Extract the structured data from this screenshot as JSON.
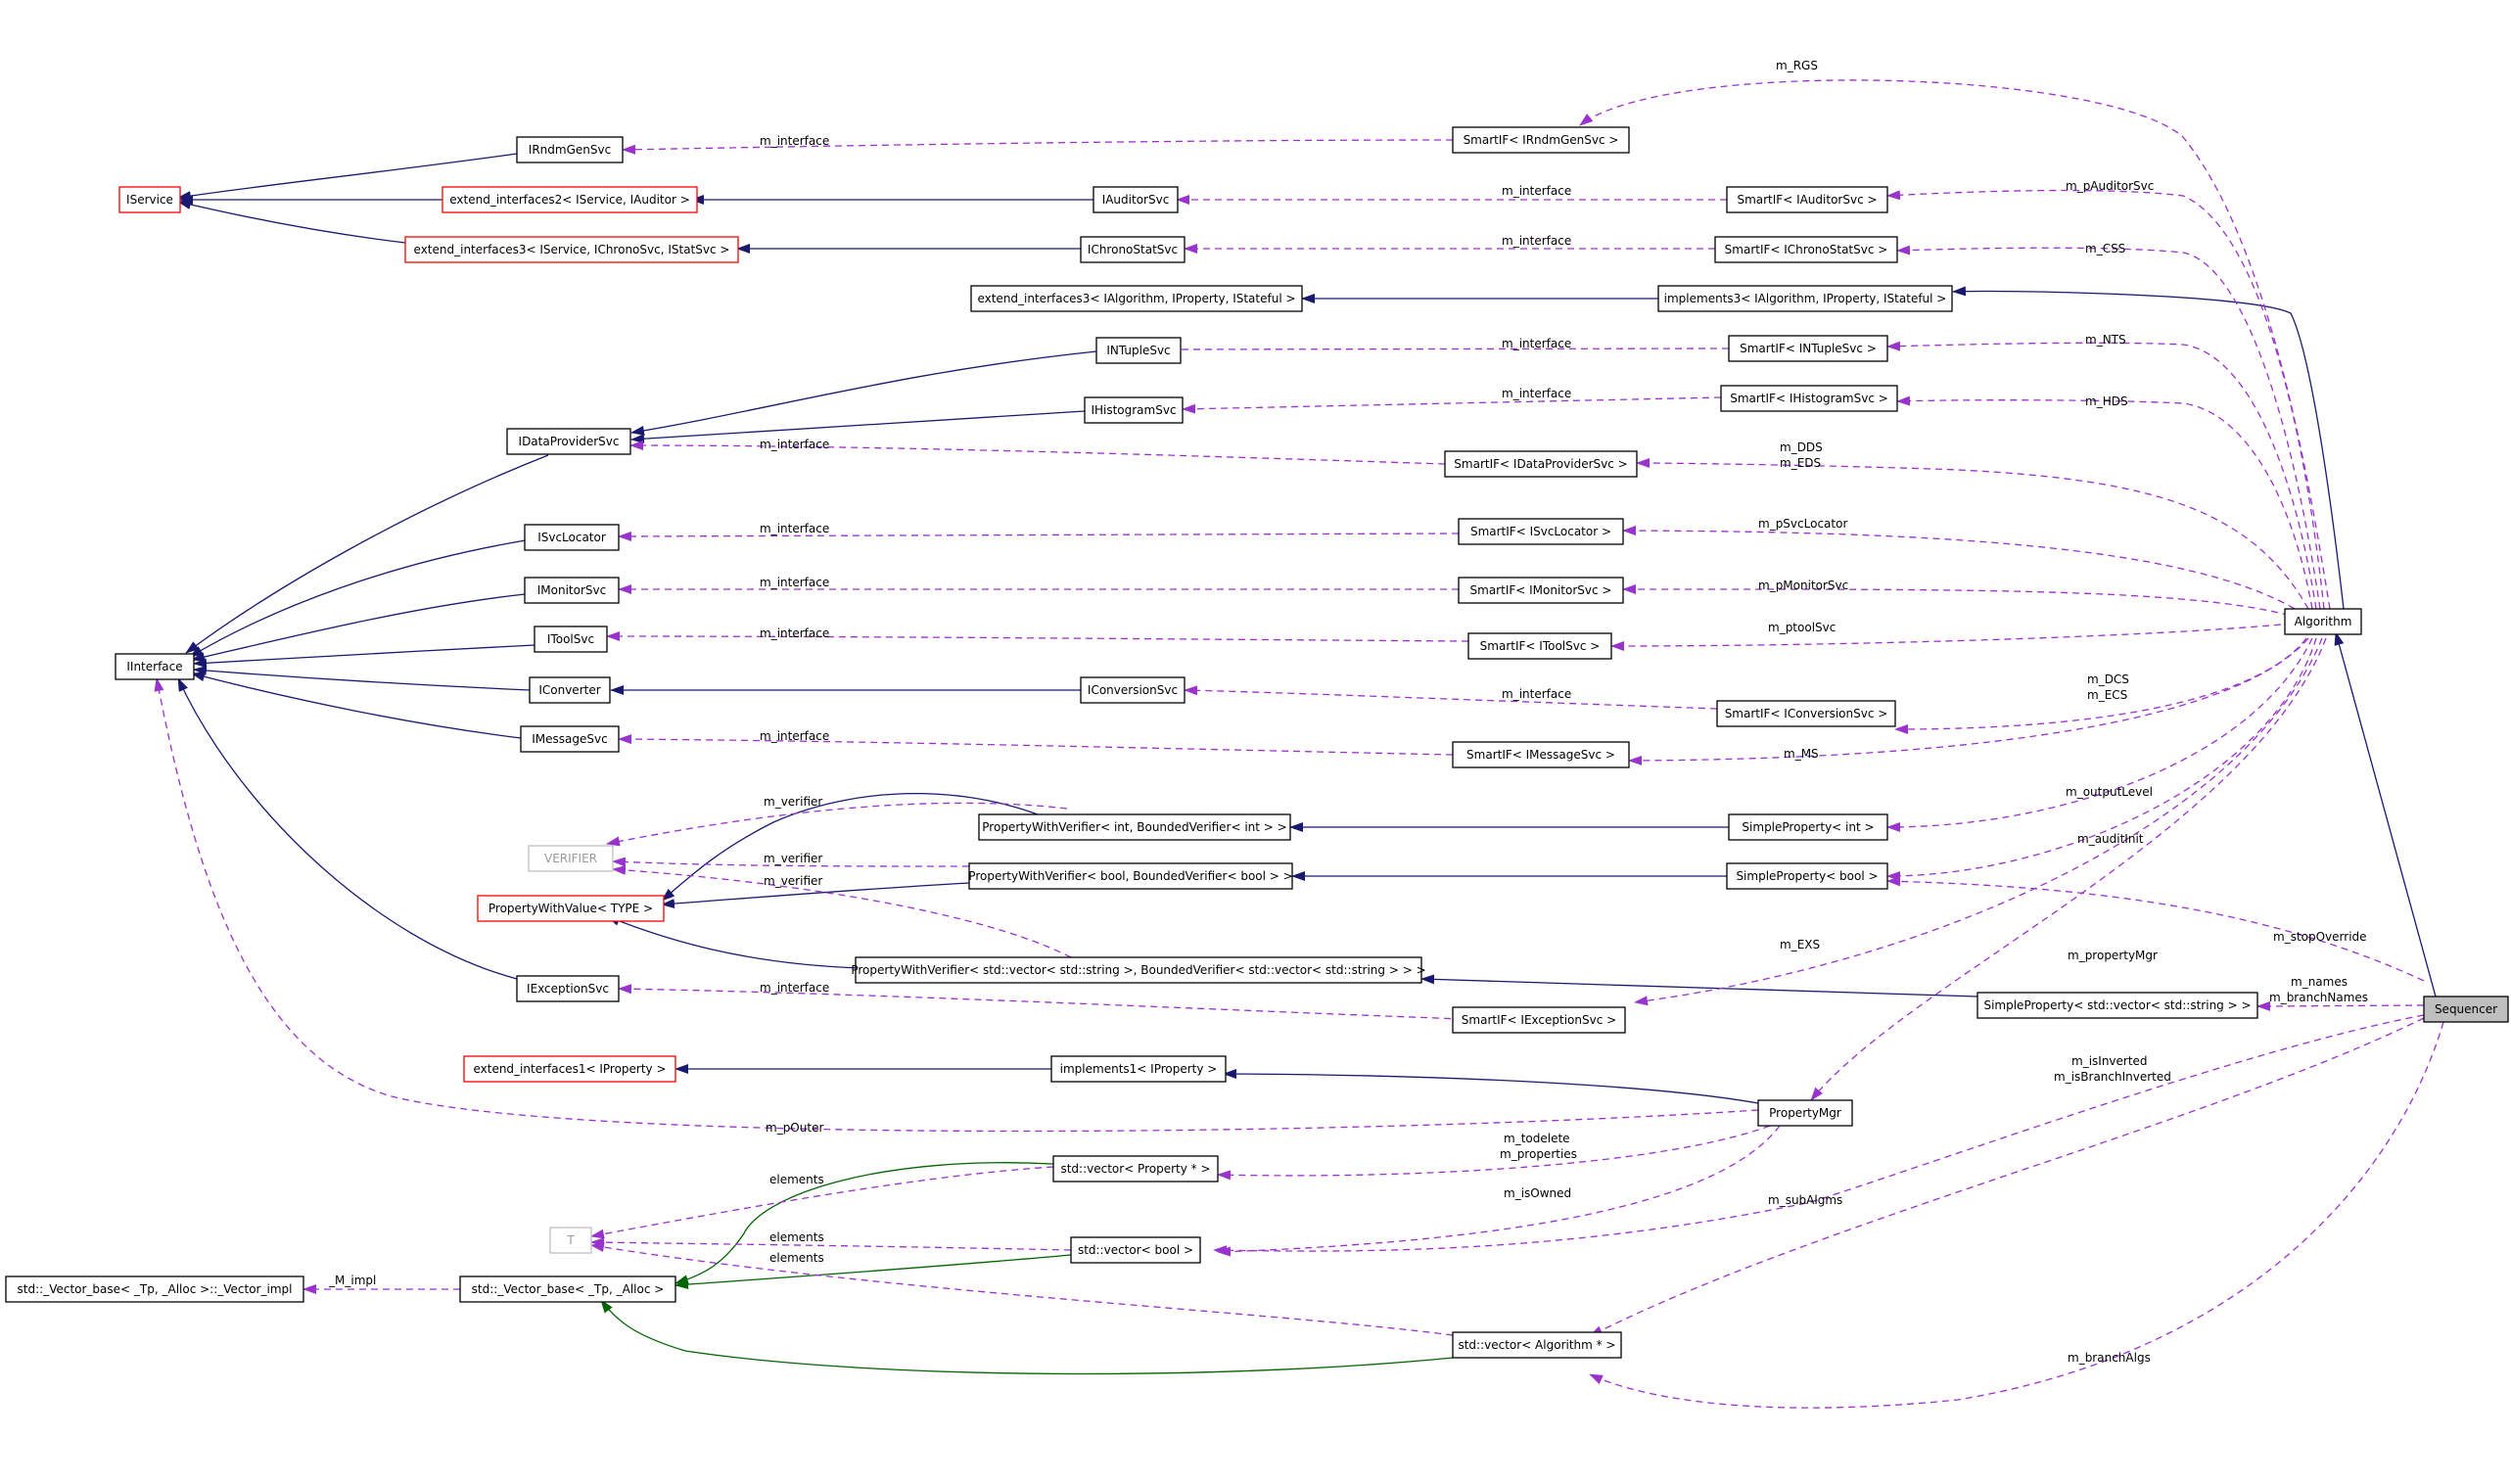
{
  "colors": {
    "inherit": "#191970",
    "usage": "#9a32cd",
    "template": "#006400",
    "border_interface": "#ff0000",
    "border_class": "#000000",
    "border_template_param": "#bfbfbf",
    "highlight_fill": "#bfbfbf"
  },
  "nodes": [
    {
      "id": "irndmgensvc",
      "label": "IRndmGenSvc"
    },
    {
      "id": "smartif-irndmgensvc",
      "label": "SmartIF< IRndmGenSvc >"
    },
    {
      "id": "iservice",
      "label": "IService",
      "kind": "red"
    },
    {
      "id": "extend-interfaces2",
      "label": "extend_interfaces2< IService, IAuditor >",
      "kind": "red"
    },
    {
      "id": "iauditorsvc",
      "label": "IAuditorSvc"
    },
    {
      "id": "smartif-iauditorsvc",
      "label": "SmartIF< IAuditorSvc >"
    },
    {
      "id": "extend-interfaces3-ichrono",
      "label": "extend_interfaces3< IService, IChronoSvc, IStatSvc >",
      "kind": "red"
    },
    {
      "id": "ichronostatsvc",
      "label": "IChronoStatSvc"
    },
    {
      "id": "smartif-ichronostatsvc",
      "label": "SmartIF< IChronoStatSvc >"
    },
    {
      "id": "extend-interfaces3-ialgorithm",
      "label": "extend_interfaces3< IAlgorithm, IProperty, IStateful >"
    },
    {
      "id": "implements3",
      "label": "implements3< IAlgorithm, IProperty, IStateful >"
    },
    {
      "id": "intuplesvc",
      "label": "INTupleSvc"
    },
    {
      "id": "smartif-intuplesvc",
      "label": "SmartIF< INTupleSvc >"
    },
    {
      "id": "ihistogramsvc",
      "label": "IHistogramSvc"
    },
    {
      "id": "smartif-ihistogramsvc",
      "label": "SmartIF< IHistogramSvc >"
    },
    {
      "id": "idataprovidersvc",
      "label": "IDataProviderSvc"
    },
    {
      "id": "smartif-idataprovidersvc",
      "label": "SmartIF< IDataProviderSvc >"
    },
    {
      "id": "isvclocator",
      "label": "ISvcLocator"
    },
    {
      "id": "smartif-isvclocator",
      "label": "SmartIF< ISvcLocator >"
    },
    {
      "id": "imonitorsvc",
      "label": "IMonitorSvc"
    },
    {
      "id": "smartif-imonitorsvc",
      "label": "SmartIF< IMonitorSvc >"
    },
    {
      "id": "iinterface",
      "label": "IInterface"
    },
    {
      "id": "itoolsvc",
      "label": "IToolSvc"
    },
    {
      "id": "smartif-itoolsvc",
      "label": "SmartIF< IToolSvc >"
    },
    {
      "id": "algorithm",
      "label": "Algorithm"
    },
    {
      "id": "iconverter",
      "label": "IConverter"
    },
    {
      "id": "iconversionsvc",
      "label": "IConversionSvc"
    },
    {
      "id": "smartif-iconversionsvc",
      "label": "SmartIF< IConversionSvc >"
    },
    {
      "id": "imessagesvc",
      "label": "IMessageSvc"
    },
    {
      "id": "smartif-imessagesvc",
      "label": "SmartIF< IMessageSvc >"
    },
    {
      "id": "pwv-int",
      "label": "PropertyWithVerifier< int, BoundedVerifier< int > >"
    },
    {
      "id": "simpleproperty-int",
      "label": "SimpleProperty< int >"
    },
    {
      "id": "verifier",
      "label": "VERIFIER",
      "kind": "gray"
    },
    {
      "id": "pwv-bool",
      "label": "PropertyWithVerifier< bool, BoundedVerifier< bool > >"
    },
    {
      "id": "simpleproperty-bool",
      "label": "SimpleProperty< bool >"
    },
    {
      "id": "propertywithvalue",
      "label": "PropertyWithValue< TYPE >",
      "kind": "red"
    },
    {
      "id": "iexceptionsvc",
      "label": "IExceptionSvc"
    },
    {
      "id": "pwv-vector",
      "label": "PropertyWithVerifier< std::vector< std::string >, BoundedVerifier< std::vector< std::string > > >"
    },
    {
      "id": "simpleproperty-vector",
      "label": "SimpleProperty< std::vector< std::string > >"
    },
    {
      "id": "sequencer",
      "label": "Sequencer",
      "kind": "highlight"
    },
    {
      "id": "smartif-iexceptionsvc",
      "label": "SmartIF< IExceptionSvc >"
    },
    {
      "id": "extend-interfaces1",
      "label": "extend_interfaces1< IProperty >",
      "kind": "red"
    },
    {
      "id": "implements1",
      "label": "implements1< IProperty >"
    },
    {
      "id": "propertymgr",
      "label": "PropertyMgr"
    },
    {
      "id": "vector-property",
      "label": "std::vector< Property * >"
    },
    {
      "id": "t-param",
      "label": "T",
      "kind": "gray"
    },
    {
      "id": "vector-bool",
      "label": "std::vector< bool >"
    },
    {
      "id": "vector-impl",
      "label": "std::_Vector_base< _Tp, _Alloc >::_Vector_impl"
    },
    {
      "id": "vector-base",
      "label": "std::_Vector_base< _Tp, _Alloc >"
    },
    {
      "id": "vector-algorithm",
      "label": "std::vector< Algorithm * >"
    }
  ],
  "edge_labels": [
    {
      "id": "lbl-m-rgs",
      "text": "m_RGS"
    },
    {
      "id": "lbl-interface-rndm",
      "text": "m_interface"
    },
    {
      "id": "lbl-m-pauditorsvc",
      "text": "m_pAuditorSvc"
    },
    {
      "id": "lbl-interface-auditor",
      "text": "m_interface"
    },
    {
      "id": "lbl-interface-chrono",
      "text": "m_interface"
    },
    {
      "id": "lbl-m-css",
      "text": "m_CSS"
    },
    {
      "id": "lbl-interface-ntuple",
      "text": "m_interface"
    },
    {
      "id": "lbl-m-nts",
      "text": "m_NTS"
    },
    {
      "id": "lbl-interface-histo",
      "text": "m_interface"
    },
    {
      "id": "lbl-m-hds",
      "text": "m_HDS"
    },
    {
      "id": "lbl-interface-dataprov",
      "text": "m_interface"
    },
    {
      "id": "lbl-m-dds",
      "text": "m_DDS"
    },
    {
      "id": "lbl-m-eds",
      "text": "m_EDS"
    },
    {
      "id": "lbl-interface-svcloc",
      "text": "m_interface"
    },
    {
      "id": "lbl-m-psvclocator",
      "text": "m_pSvcLocator"
    },
    {
      "id": "lbl-interface-monitor",
      "text": "m_interface"
    },
    {
      "id": "lbl-m-pmonitorsvc",
      "text": "m_pMonitorSvc"
    },
    {
      "id": "lbl-interface-tool",
      "text": "m_interface"
    },
    {
      "id": "lbl-m-ptoolsvc",
      "text": "m_ptoolSvc"
    },
    {
      "id": "lbl-interface-conversion",
      "text": "m_interface"
    },
    {
      "id": "lbl-m-dcs",
      "text": "m_DCS"
    },
    {
      "id": "lbl-m-ecs",
      "text": "m_ECS"
    },
    {
      "id": "lbl-interface-message",
      "text": "m_interface"
    },
    {
      "id": "lbl-m-ms",
      "text": "m_MS"
    },
    {
      "id": "lbl-m-verifier-1",
      "text": "m_verifier"
    },
    {
      "id": "lbl-m-outputlevel",
      "text": "m_outputLevel"
    },
    {
      "id": "lbl-m-verifier-2",
      "text": "m_verifier"
    },
    {
      "id": "lbl-m-verifier-3",
      "text": "m_verifier"
    },
    {
      "id": "lbl-m-auditinit",
      "text": "m_auditInit"
    },
    {
      "id": "lbl-m-stopoverride",
      "text": "m_stopOverride"
    },
    {
      "id": "lbl-m-exs",
      "text": "m_EXS"
    },
    {
      "id": "lbl-m-propertymgr",
      "text": "m_propertyMgr"
    },
    {
      "id": "lbl-m-names",
      "text": "m_names"
    },
    {
      "id": "lbl-m-branchnames",
      "text": "m_branchNames"
    },
    {
      "id": "lbl-interface-exception",
      "text": "m_interface"
    },
    {
      "id": "lbl-m-isinverted",
      "text": "m_isInverted"
    },
    {
      "id": "lbl-m-isbranchinverted",
      "text": "m_isBranchInverted"
    },
    {
      "id": "lbl-m-pouter",
      "text": "m_pOuter"
    },
    {
      "id": "lbl-m-todelete",
      "text": "m_todelete"
    },
    {
      "id": "lbl-m-properties",
      "text": "m_properties"
    },
    {
      "id": "lbl-elements-1",
      "text": "elements"
    },
    {
      "id": "lbl-m-isowned",
      "text": "m_isOwned"
    },
    {
      "id": "lbl-m-subalgms",
      "text": "m_subAlgms"
    },
    {
      "id": "lbl-elements-2",
      "text": "elements"
    },
    {
      "id": "lbl-elements-3",
      "text": "elements"
    },
    {
      "id": "lbl-m-impl",
      "text": "_M_impl"
    },
    {
      "id": "lbl-m-branchalgs",
      "text": "m_branchAlgs"
    }
  ]
}
